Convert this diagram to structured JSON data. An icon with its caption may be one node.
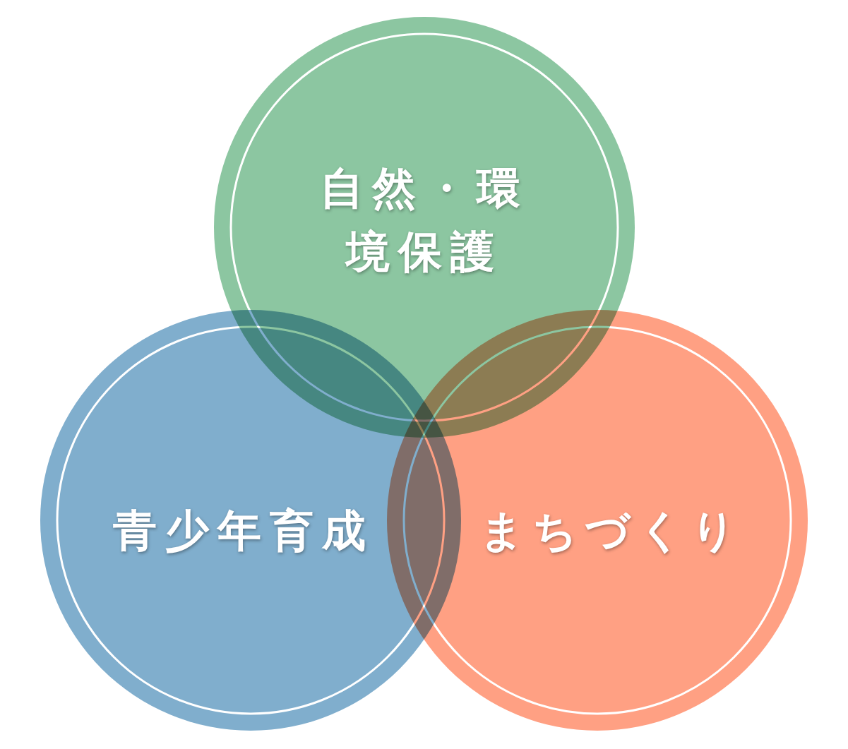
{
  "diagram": {
    "nodes": [
      {
        "text": [
          "自然・環境保護"
        ]
      },
      {
        "text": [
          "青少年育成"
        ]
      },
      {
        "text": [
          "まちづくり"
        ]
      }
    ]
  }
}
